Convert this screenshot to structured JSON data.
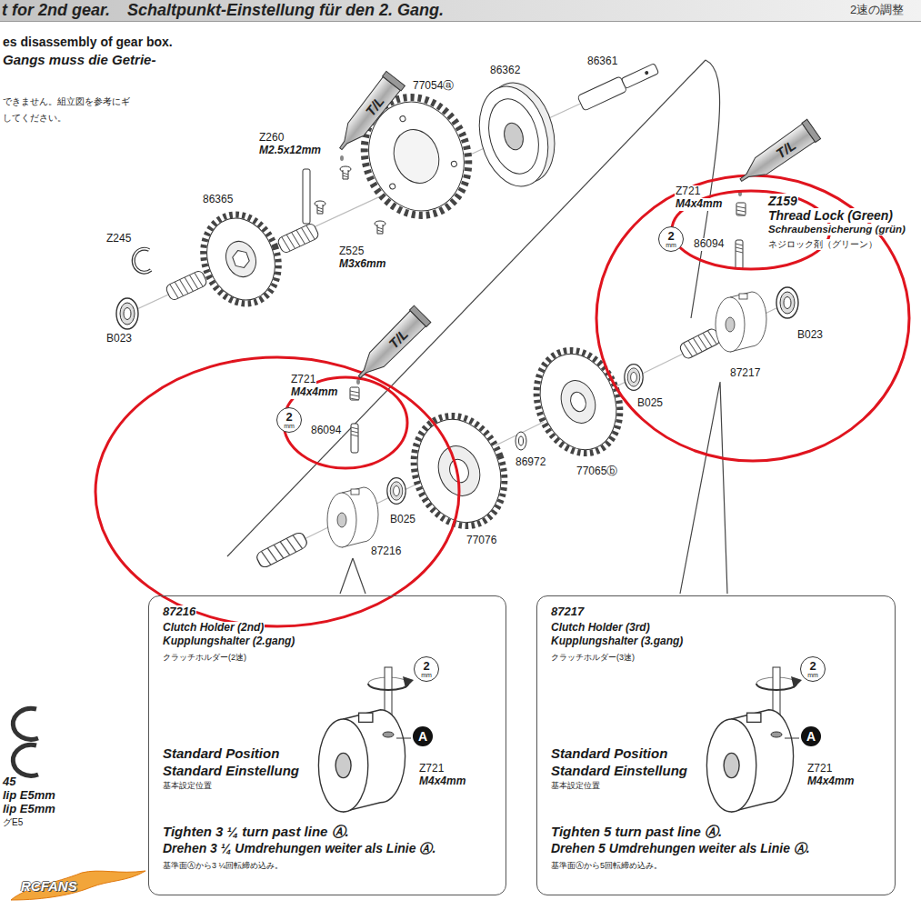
{
  "diagram": {
    "nodes": [
      {
        "text": [
          "t for 2nd gear.",
          "Schaltpunkt-Einstellung für den 2. Gang.",
          "2速の調整"
        ]
      },
      {
        "text": [
          "T/L"
        ]
      },
      {
        "text": [
          "T/L"
        ]
      },
      {
        "text": [
          "2",
          "mm"
        ]
      },
      {
        "text": [
          "T/L"
        ]
      },
      {
        "text": [
          "2",
          "mm"
        ]
      },
      {
        "text": [
          "87216",
          "Clutch Holder (2nd)",
          "Kupplungshalter (2.gang)",
          "クラッチホルダー(2速)",
          "Standard Position",
          "Standard Einstellung",
          "基本設定位置",
          "Z721",
          "M4x4mm",
          "Tighten 3 ¼ turn past line Ⓐ.",
          "Drehen 3 ¼ Umdrehungen weiter als Linie Ⓐ.",
          "基準面Ⓐから3 ¼回転締め込み。"
        ]
      },
      {
        "text": [
          "2",
          "mm"
        ],
        "in": 6
      },
      {
        "text": [
          "A"
        ],
        "in": 6
      },
      {
        "text": [
          "87217",
          "Clutch Holder (3rd)",
          "Kupplungshalter (3.gang)",
          "クラッチホルダー(3速)",
          "Standard Position",
          "Standard Einstellung",
          "基本設定位置",
          "Z721",
          "M4x4mm",
          "Tighten 5 turn past line Ⓐ.",
          "Drehen 5 Umdrehungen weiter als Linie Ⓐ.",
          "基準面Ⓐから5回転締め込み。"
        ]
      },
      {
        "text": [
          "2",
          "mm"
        ],
        "in": 9
      },
      {
        "text": [
          "A"
        ],
        "in": 9
      }
    ],
    "labels": [
      "es disassembly of gear box.",
      "Gangs muss die Getrie-",
      "できません。組立図を参考にギ",
      "してください。",
      "Z260",
      "M2.5x12mm",
      "77054ⓐ",
      "86362",
      "86361",
      "86365",
      "Z245",
      "Z525",
      "M3x6mm",
      "B023",
      "Z721",
      "M4x4mm",
      "Z159",
      "Thread Lock (Green)",
      "Schraubensicherung (grün)",
      "ネジロック剤（グリーン）",
      "86094",
      "B023",
      "87217",
      "B025",
      "77065ⓑ",
      "86972",
      "Z721",
      "M4x4mm",
      "86094",
      "B025",
      "87216",
      "77076",
      "45",
      "lip E5mm",
      "lip E5mm",
      "グE5",
      "RCFANS"
    ]
  }
}
